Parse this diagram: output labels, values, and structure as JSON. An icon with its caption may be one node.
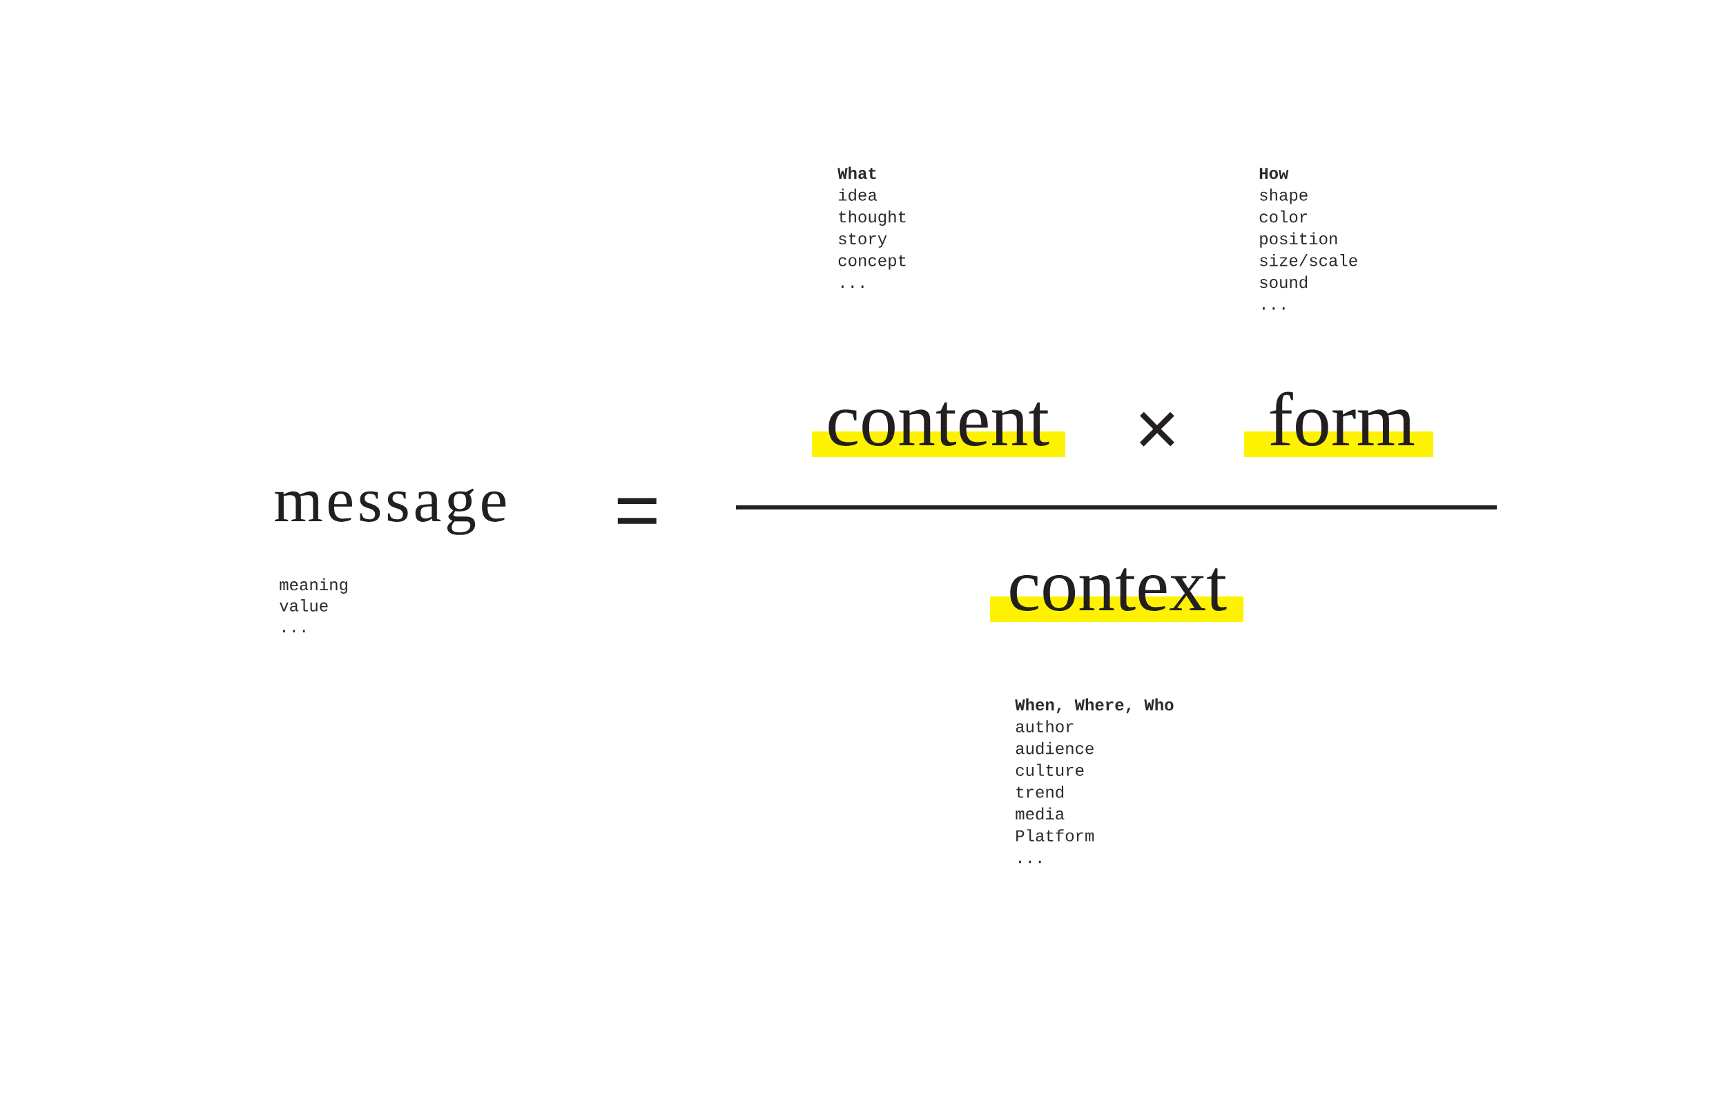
{
  "diagram": {
    "nodes": [
      {
        "text": [
          "content"
        ],
        "beside": [
          "What",
          "idea",
          "thought",
          "story",
          "concept",
          "..."
        ]
      },
      {
        "text": [
          "form"
        ],
        "beside": [
          "How",
          "shape",
          "color",
          "position",
          "size/scale",
          "sound",
          "..."
        ]
      },
      {
        "text": [
          "context"
        ],
        "beside": [
          "When, Where, Who",
          "author",
          "audience",
          "culture",
          "trend",
          "media",
          "Platform",
          "..."
        ]
      }
    ],
    "labels": [
      "message",
      "meaning",
      "value",
      "...",
      "=",
      "×"
    ]
  }
}
